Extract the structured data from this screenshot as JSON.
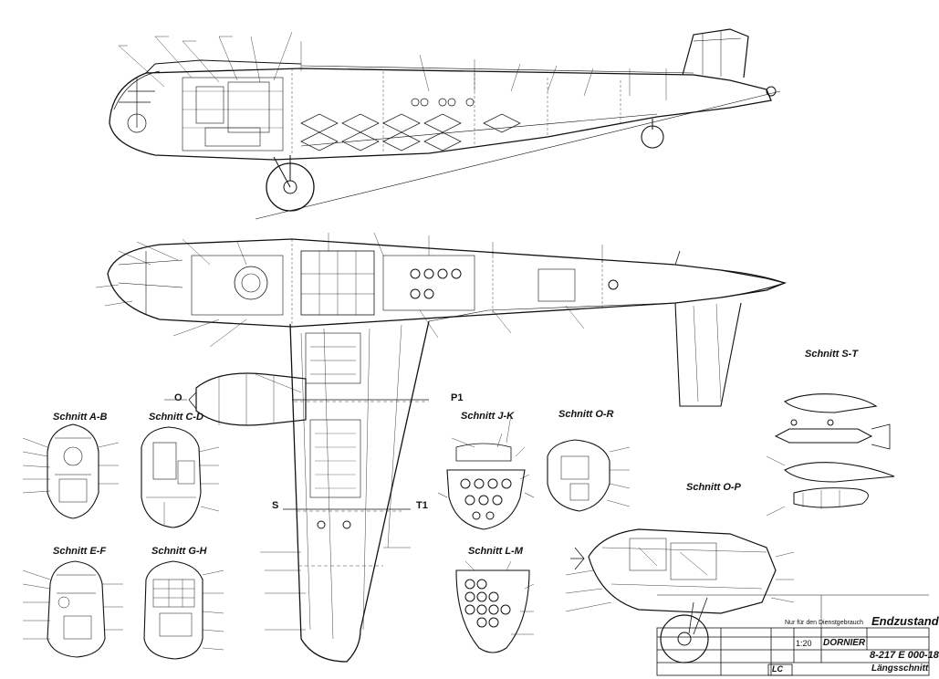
{
  "sections": {
    "ab": "Schnitt A-B",
    "cd": "Schnitt C-D",
    "ef": "Schnitt E-F",
    "gh": "Schnitt G-H",
    "jk": "Schnitt J-K",
    "or": "Schnitt O-R",
    "lm": "Schnitt L-M",
    "op": "Schnitt O-P",
    "st": "Schnitt S-T"
  },
  "markers": {
    "o": "O",
    "p1": "P1",
    "s": "S",
    "t1": "T1"
  },
  "title_block": {
    "status": "Endzustand",
    "company": "DORNIER",
    "scale": "1:20",
    "drawing_number": "8-217 E 000-18",
    "drawing_name": "Längsschnitt",
    "code": "LC",
    "note": "Nur für den Dienstgebrauch"
  }
}
